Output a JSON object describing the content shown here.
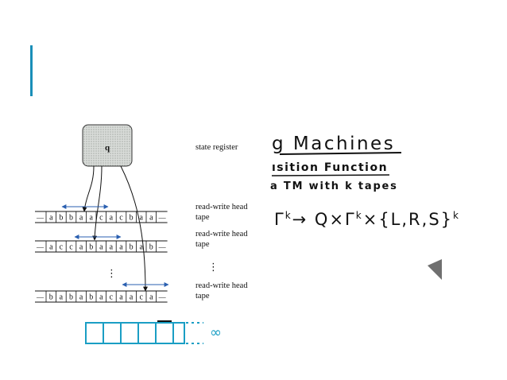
{
  "state": {
    "label": "q"
  },
  "labels": {
    "state_register": "state register",
    "rw_head": "read-write head",
    "tape": "tape"
  },
  "tapes": [
    [
      "a",
      "b",
      "b",
      "a",
      "a",
      "c",
      "a",
      "c",
      "b",
      "a",
      "a"
    ],
    [
      "a",
      "c",
      "c",
      "a",
      "b",
      "a",
      "a",
      "a",
      "b",
      "a",
      "b"
    ],
    [
      "b",
      "a",
      "b",
      "a",
      "b",
      "a",
      "c",
      "a",
      "a",
      "c",
      "a"
    ]
  ],
  "tape_edge": "—",
  "ellipsis": "⋮",
  "infinity": "∞",
  "handwritten": {
    "title": "g Machines",
    "subtitle1": "ısition Function",
    "subtitle2": "a TM with k tapes",
    "formula_main": "Γ",
    "formula_k1": "k",
    "formula_mid": "→ Q×Γ",
    "formula_k2": "k",
    "formula_set": "×{L,R,S}",
    "formula_k3": "k"
  },
  "colors": {
    "accent": "#1a8fb8",
    "arrow_blue": "#2a5fb0",
    "state_fill": "#cfd3d0",
    "cells": "#1a9ec4"
  }
}
